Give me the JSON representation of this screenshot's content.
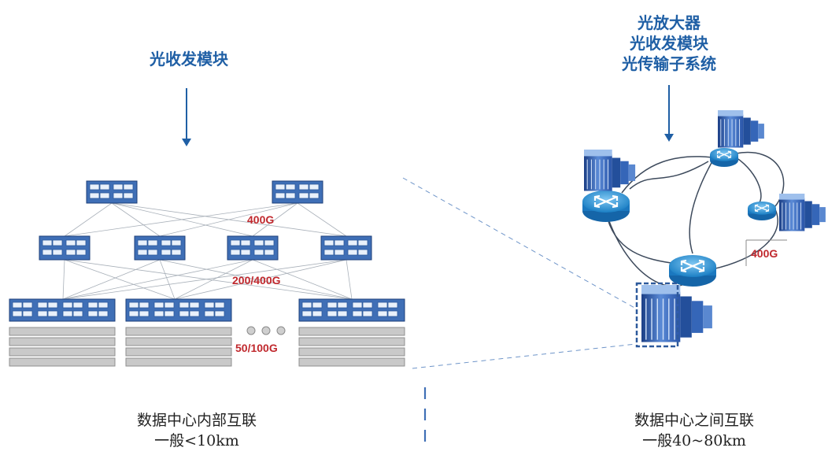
{
  "left": {
    "top_label": "光收发模块",
    "rates": [
      "400G",
      "200/400G",
      "50/100G"
    ],
    "caption_line1": "数据中心内部互联",
    "caption_line2": "一般<10km"
  },
  "right": {
    "top_labels": [
      "光放大器",
      "光收发模块",
      "光传输子系统"
    ],
    "rate": "400G",
    "caption_line1": "数据中心之间互联",
    "caption_line2": "一般40~80km"
  },
  "colors": {
    "label_blue": "#1f5fa5",
    "rate_red": "#c0282d",
    "switch_blue": "#3f6fb6"
  }
}
